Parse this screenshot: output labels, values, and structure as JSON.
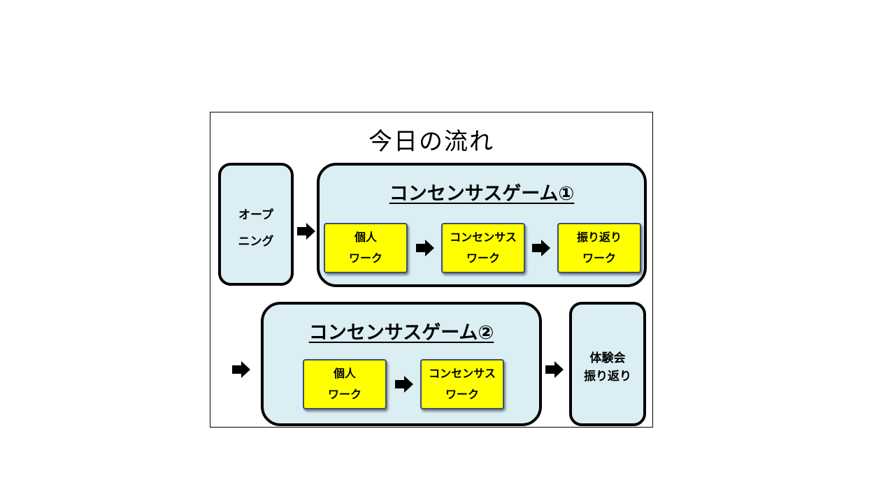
{
  "title": "今日の流れ",
  "opening": {
    "line1": "オープ",
    "line2": "ニング"
  },
  "game1": {
    "title": "コンセンサスゲーム①",
    "steps": [
      {
        "line1": "個人",
        "line2": "ワーク"
      },
      {
        "line1": "コンセンサス",
        "line2": "ワーク"
      },
      {
        "line1": "振り返り",
        "line2": "ワーク"
      }
    ]
  },
  "game2": {
    "title": "コンセンサスゲーム②",
    "steps": [
      {
        "line1": "個人",
        "line2": "ワーク"
      },
      {
        "line1": "コンセンサス",
        "line2": "ワーク"
      }
    ]
  },
  "review": {
    "line1": "体験会",
    "line2": "振り返り"
  },
  "colors": {
    "box_fill": "#daeef3",
    "step_fill": "#ffff00",
    "step_border": "#3a4f7a"
  }
}
